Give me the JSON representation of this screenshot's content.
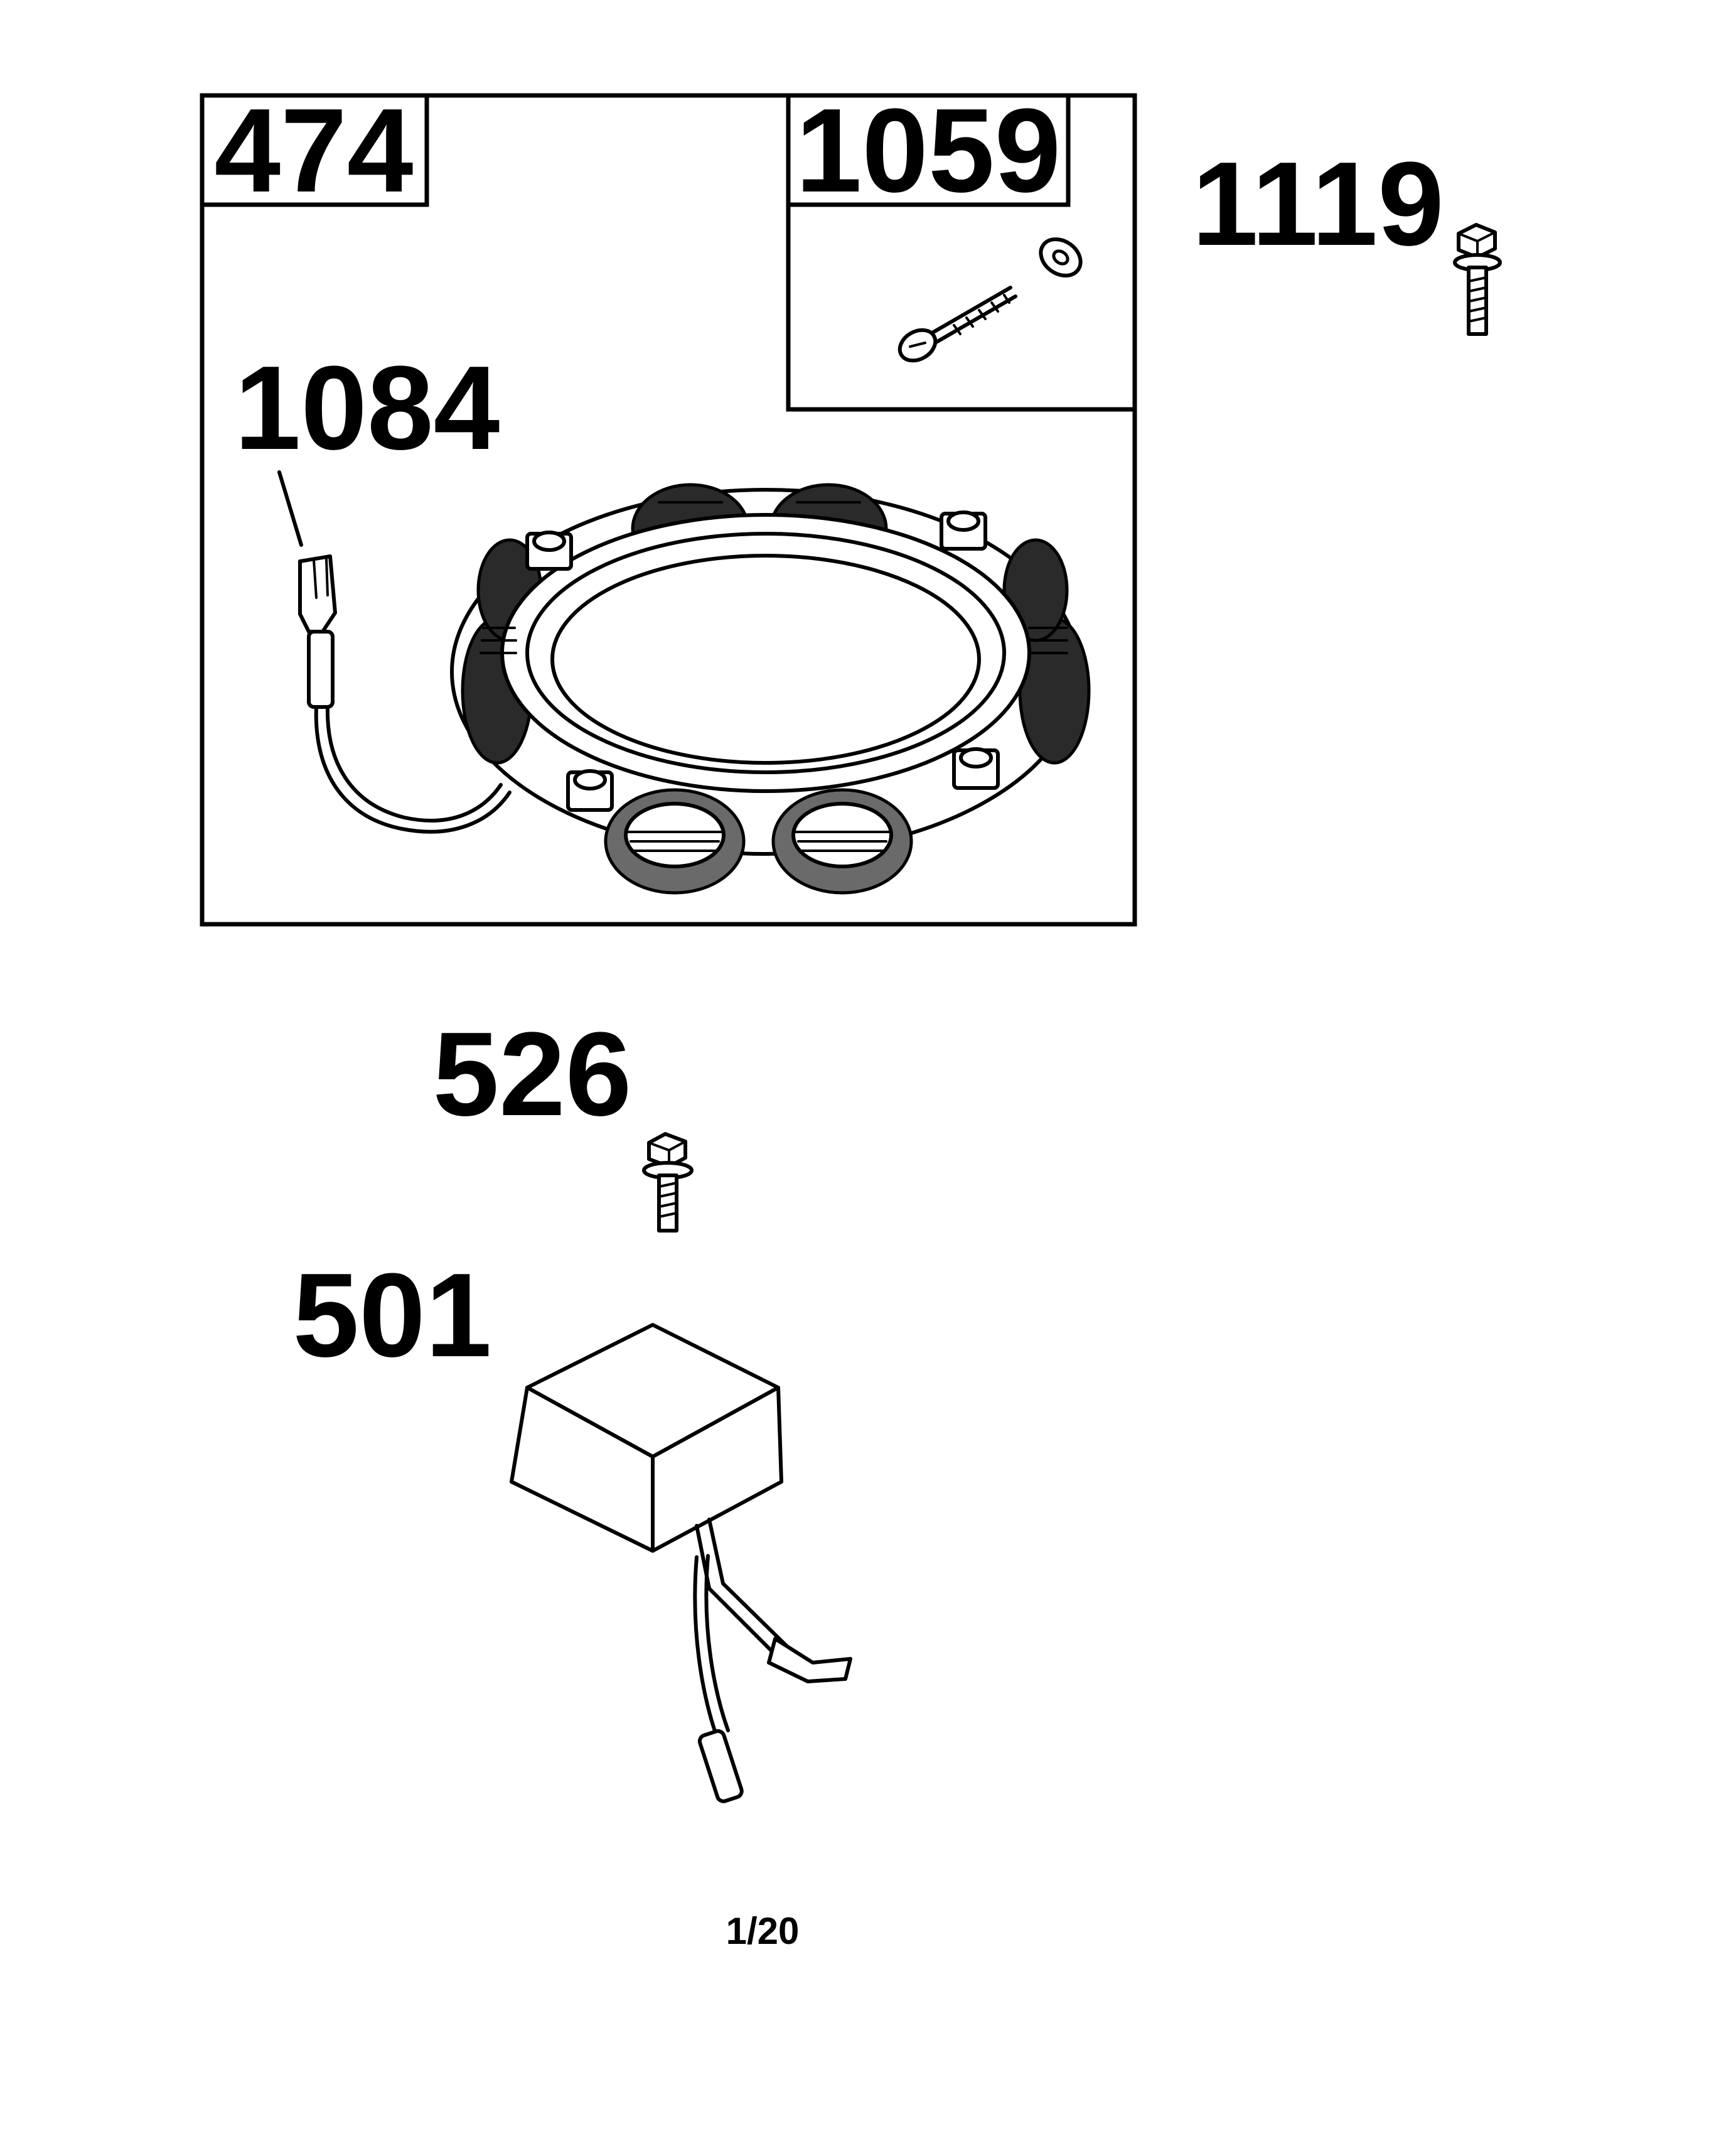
{
  "parts": {
    "kit_474": "474",
    "kit_1059": "1059",
    "bolt_1119": "1119",
    "connector_1084": "1084",
    "bolt_526": "526",
    "regulator_501": "501"
  },
  "page": {
    "number": "1/20"
  },
  "icons": {
    "stator": "stator-icon",
    "screw": "screw-icon",
    "washer": "washer-icon",
    "bolt": "bolt-icon",
    "connector": "wire-connector-icon",
    "regulator": "regulator-icon"
  },
  "colors": {
    "line": "#000000",
    "background": "#ffffff"
  }
}
